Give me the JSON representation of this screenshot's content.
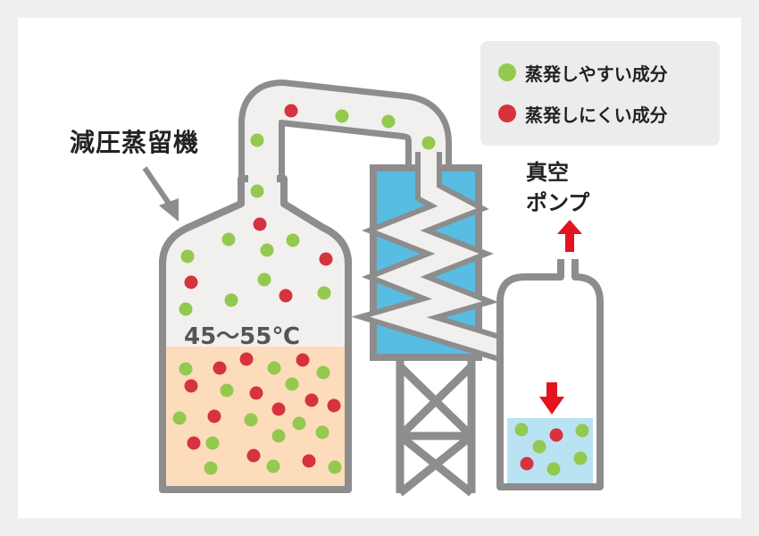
{
  "diagram": {
    "title": "減圧蒸留機",
    "temperature": "45〜55℃",
    "pump_line1": "真空",
    "pump_line2": "ポンプ"
  },
  "legend": {
    "items": [
      {
        "label": "蒸発しやすい成分",
        "color": "#93c94f"
      },
      {
        "label": "蒸発しにくい成分",
        "color": "#d6333f"
      }
    ]
  },
  "colors": {
    "wall": "#8d8d8d",
    "interior": "#f1f0ee",
    "liquid": "#fcdcbb",
    "condenser": "#58bde2",
    "collected": "#b9e3f2",
    "arrow": "#e2141f"
  }
}
